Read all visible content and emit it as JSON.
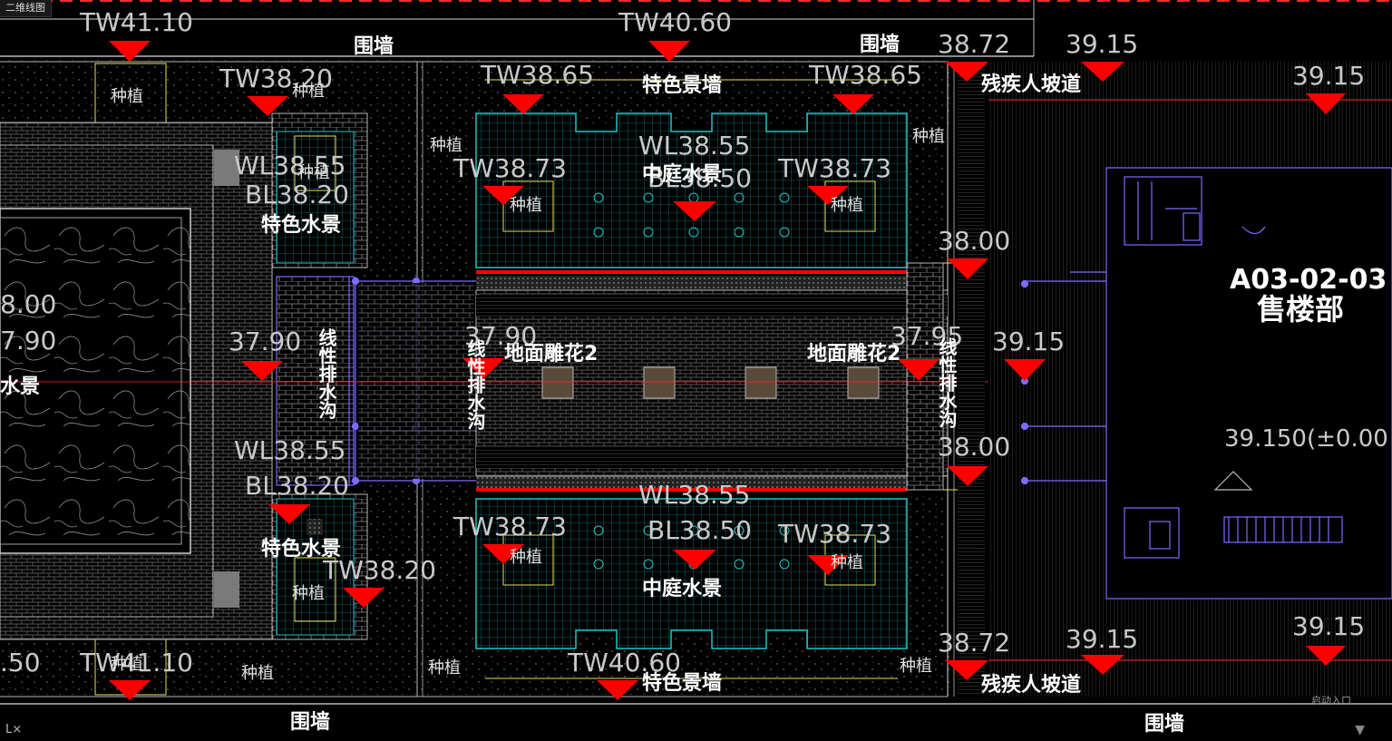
{
  "window": {
    "tab_title": "二维线图",
    "command_prompt": "L×"
  },
  "colors": {
    "background": "#000000",
    "wall": "#b8b8b8",
    "grid": "#9a9a9a",
    "water": "#1fc6c6",
    "marker": "#ff0000",
    "building": "#7b6cff",
    "label": "#ffffff",
    "elev": "#c9c9c9",
    "planting": "#e0e0e0",
    "yellow": "#e8e05a"
  },
  "labels": {
    "wall_top_left": "围墙",
    "wall_top_mid": "围墙",
    "wall_bottom_left": "围墙",
    "wall_bottom_right": "围墙",
    "feature_wall_top": "特色景墙",
    "feature_wall_bottom": "特色景墙",
    "atrium_water_top": "中庭水景",
    "atrium_water_bottom": "中庭水景",
    "feature_water_top": "特色水景",
    "feature_water_bottom": "特色水景",
    "ground_carving_left": "地面雕花2",
    "ground_carving_right": "地面雕花2",
    "drain_left": "线性排水沟",
    "drain_mid": "线性排水沟",
    "drain_right": "线性排水沟",
    "ramp_top": "残疾人坡道",
    "ramp_bottom": "残疾人坡道",
    "water_left": "水景",
    "building_code": "A03-02-03",
    "building_name": "售楼部",
    "entrance": "启动入口"
  },
  "planting_labels": [
    "种植",
    "种植",
    "种植",
    "种植",
    "种植",
    "种植",
    "种植",
    "种植",
    "种植",
    "种植",
    "种植",
    "种植"
  ],
  "elevations": {
    "tw4110_top": "TW41.10",
    "tw4060_top": "TW40.60",
    "e3872_top": "38.72",
    "e3915_top": "39.15",
    "e3915_right_top": "39.15",
    "tw3820_a": "TW38.20",
    "tw3865_a": "TW38.65",
    "tw3865_b": "TW38.65",
    "wl3855_left_top": "WL38.55",
    "bl3820_left_top": "BL38.20",
    "tw3873_a": "TW38.73",
    "tw3873_b": "TW38.73",
    "wl3855_mid_top": "WL38.55",
    "bl3850_mid_top": "BL38.50",
    "e3800": "38.00",
    "e3800_left": "8.00",
    "e3790_left": "7.90",
    "e3790_a": "37.90",
    "e3790_b": "37.90",
    "e3795": "37.95",
    "e3915_mid": "39.15",
    "e39150": "39.150(±0.00",
    "wl3855_left_bottom": "WL38.55",
    "bl3820_left_bottom": "BL38.20",
    "wl3855_mid_bottom": "WL38.55",
    "bl3850_mid_bottom": "BL38.50",
    "tw3873_c": "TW38.73",
    "tw3873_d": "TW38.73",
    "tw3820_b": "TW38.20",
    "e3800_b": "38.00",
    "tw4110_bottom": "TW41.10",
    "e50_left": ".50",
    "tw4060_bottom": "TW40.60",
    "e3872_bottom": "38.72",
    "e3915_bottom": "39.15",
    "e3915_right_bottom": "39.15"
  }
}
